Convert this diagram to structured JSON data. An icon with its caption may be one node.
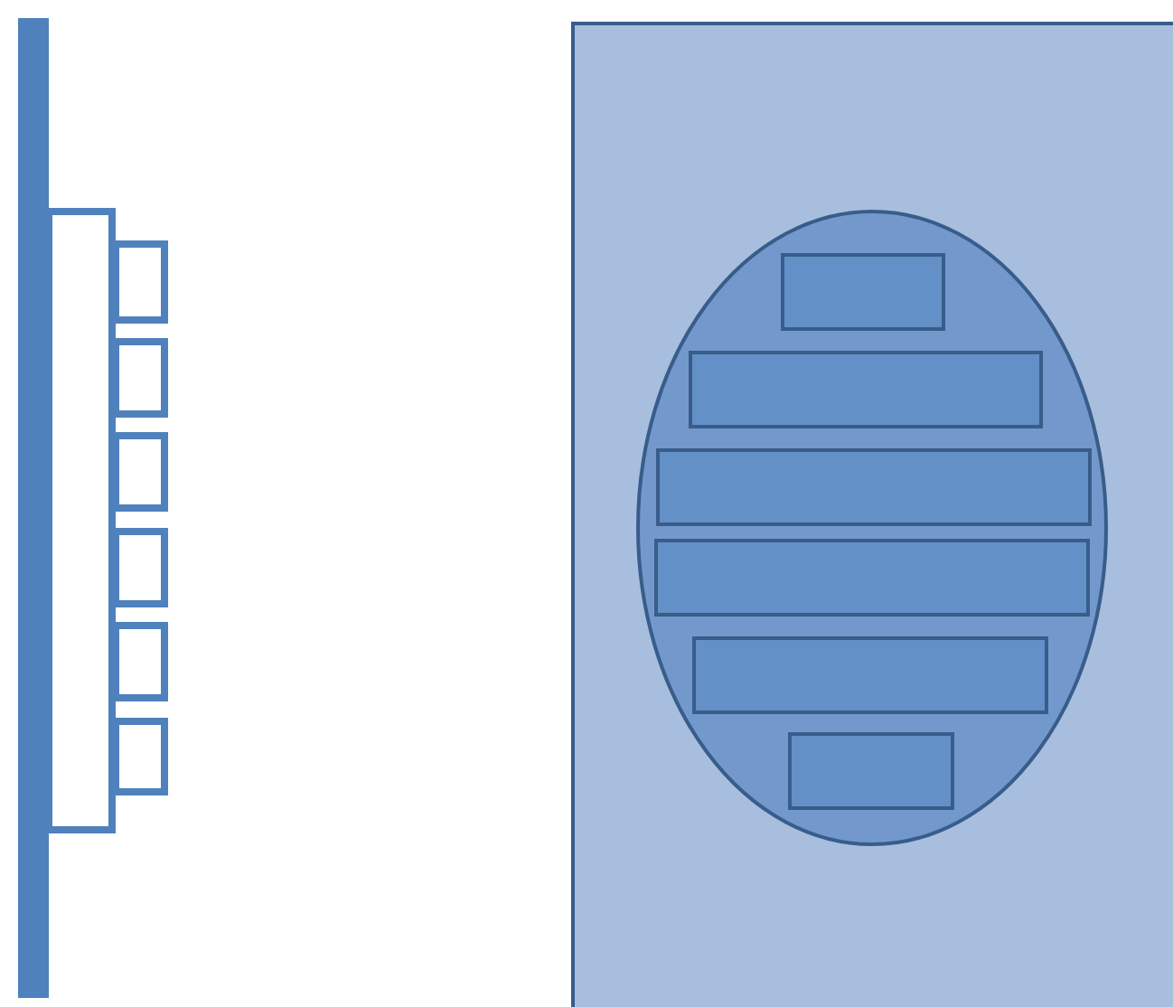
{
  "diagram": {
    "nodes": [
      {
        "text": [],
        "shape": "bar"
      },
      {
        "text": [],
        "shape": "box"
      },
      {
        "text": [],
        "shape": "box"
      },
      {
        "text": [],
        "shape": "box"
      },
      {
        "text": [],
        "shape": "box"
      },
      {
        "text": [],
        "shape": "box"
      },
      {
        "text": [],
        "shape": "box"
      },
      {
        "text": [],
        "shape": "box"
      },
      {
        "text": [],
        "shape": "box"
      },
      {
        "text": [],
        "shape": "ellipse",
        "in": 8
      },
      {
        "text": [],
        "shape": "box",
        "in": 9
      },
      {
        "text": [],
        "shape": "box",
        "in": 9
      },
      {
        "text": [],
        "shape": "box",
        "in": 9
      },
      {
        "text": [],
        "shape": "box",
        "in": 9
      },
      {
        "text": [],
        "shape": "box",
        "in": 9
      },
      {
        "text": [],
        "shape": "box",
        "in": 9
      }
    ]
  }
}
